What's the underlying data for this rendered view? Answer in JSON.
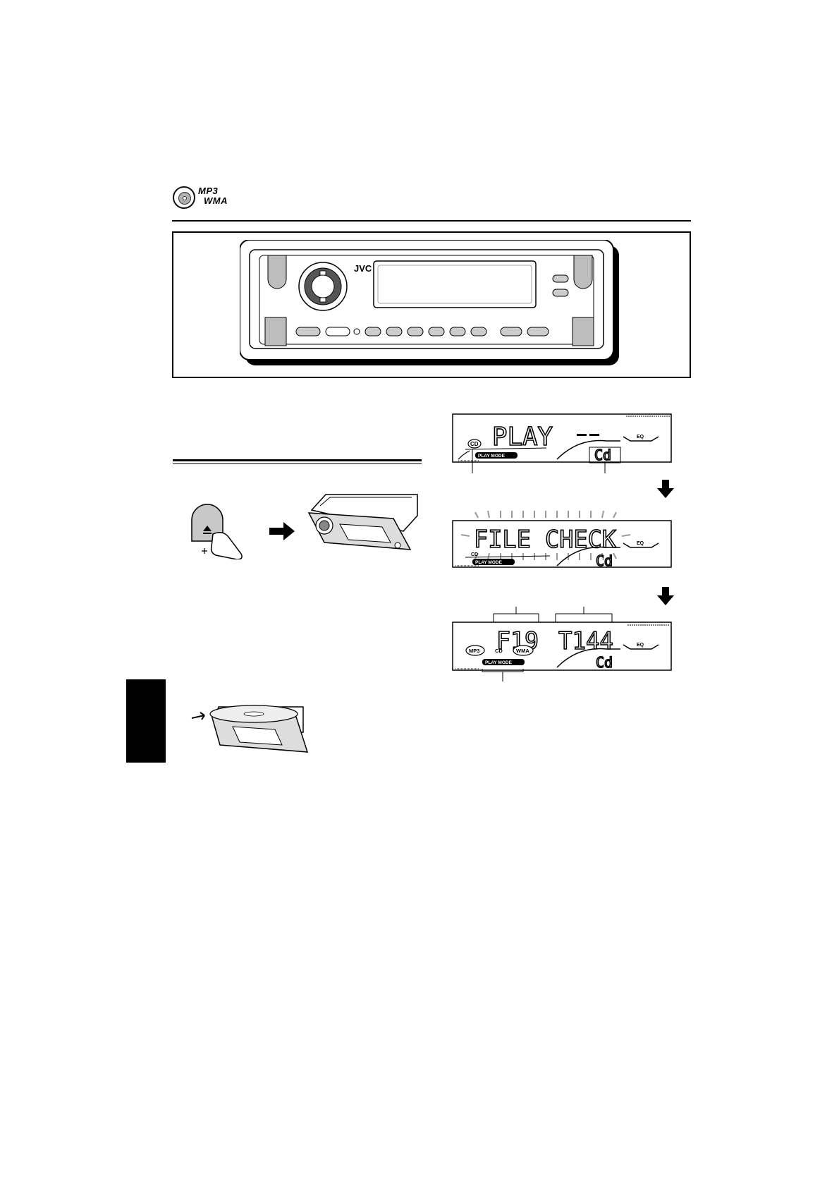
{
  "header": {
    "format_line1": "MP3",
    "format_line2": "WMA",
    "icon": "disc-icon"
  },
  "unit": {
    "brand": "JVC"
  },
  "displays": [
    {
      "main": "PLAY",
      "source_badge": "CD",
      "mode_bar": "PLAY MODE",
      "eq": "EQ",
      "source_code": "Cd"
    },
    {
      "main": "FILE CHECK",
      "source_badge": "CD",
      "mode_bar": "PLAY MODE",
      "eq": "EQ",
      "source_code": "Cd"
    },
    {
      "folder": "F19",
      "track": "T144",
      "badge_mp3": "MP3",
      "badge_cd": "CD",
      "badge_wma": "WMA",
      "mode_bar": "PLAY MODE",
      "eq": "EQ",
      "source_code": "Cd"
    }
  ],
  "icons": {
    "arrow": "right-arrow-icon",
    "down_arrow": "down-arrow-icon",
    "eject": "eject-icon"
  }
}
